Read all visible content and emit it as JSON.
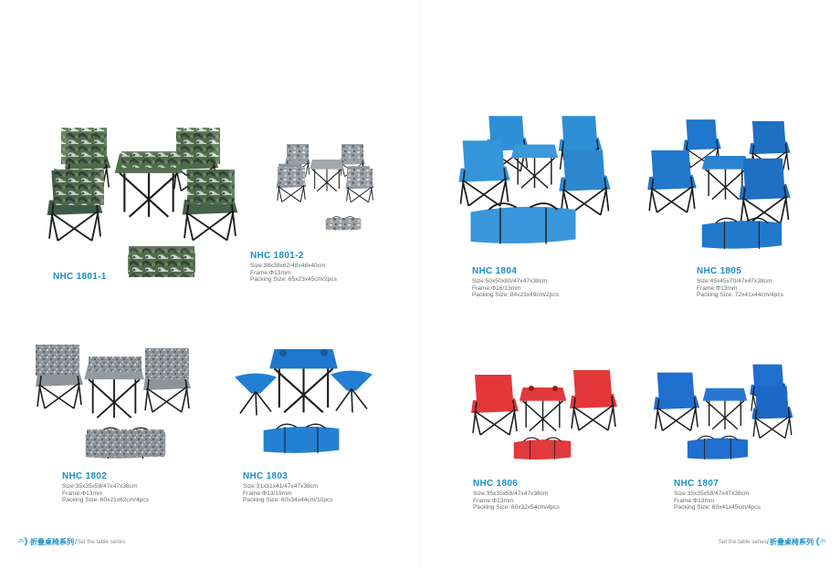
{
  "catalog": {
    "series_cn": "折叠桌椅系列",
    "series_en": "Set the table series",
    "separator": "/",
    "accent_color": "#1a8fc9",
    "spec_color": "#6a6a6a"
  },
  "pages": {
    "left": {
      "number": "25"
    },
    "right": {
      "number": "26"
    }
  },
  "products": [
    {
      "model": "NHC 1801-1",
      "color": "green camouflage",
      "specs": []
    },
    {
      "model": "NHC 1801-2",
      "color": "grey camouflage",
      "specs": [
        "Size:38x38x62/48x48x40cm",
        "Frame:Φ13mm",
        "Packing Size: 65x23x45cm/2pcs"
      ]
    },
    {
      "model": "NHC 1804",
      "color": "light blue",
      "specs": [
        "Size:50x50x80/47x47x38cm",
        "Frame:Φ16/13mm",
        "Packing Size: 84x23x49cm/2pcs"
      ]
    },
    {
      "model": "NHC 1805",
      "color": "blue",
      "specs": [
        "Size:45x45x70/47x47x38cm",
        "Frame:Φ13mm",
        "Packing Size: 72x41x44cm/4pcs"
      ]
    },
    {
      "model": "NHC 1802",
      "color": "grey digital camouflage",
      "specs": [
        "Size:35x35x58/47x47x38cm",
        "Frame:Φ13mm",
        "Packing Size: 60x21x62cm/4pcs"
      ]
    },
    {
      "model": "NHC 1803",
      "color": "blue",
      "specs": [
        "Size:31x31x41/47x47x38cm",
        "Frame:Φ13/19mm",
        "Packing Size: 60x34x44cm/10pcs"
      ]
    },
    {
      "model": "NHC 1806",
      "color": "red",
      "specs": [
        "Size:35x35x58/47x47x38cm",
        "Frame:Φ13mm",
        "Packing Size: 60x32x54cm/4pcs"
      ]
    },
    {
      "model": "NHC 1807",
      "color": "blue",
      "specs": [
        "Size:35x35x58/47x47x38cm",
        "Frame:Φ13mm",
        "Packing Size: 60x41x45cm/4pcs"
      ]
    }
  ]
}
